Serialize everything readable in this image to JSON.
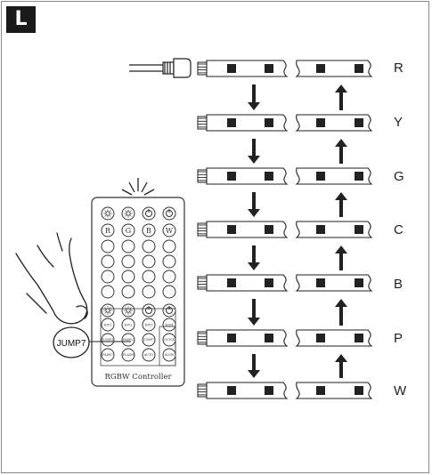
{
  "badge": "L",
  "rows": [
    {
      "label": "R"
    },
    {
      "label": "Y"
    },
    {
      "label": "G"
    },
    {
      "label": "C"
    },
    {
      "label": "B"
    },
    {
      "label": "P"
    },
    {
      "label": "W"
    }
  ],
  "remote": {
    "top_icons": [
      "brightness-up-icon",
      "brightness-down-icon",
      "power-icon",
      "power-icon"
    ],
    "letters": [
      "R",
      "G",
      "B",
      "W"
    ],
    "mid_icons": [
      "brightness-up-icon",
      "brightness-down-icon",
      "power-icon",
      "power-icon"
    ],
    "func_row": [
      "DIY1",
      "DIY2",
      "DIY3",
      "DIY4"
    ],
    "mode_row": [
      "JUMP3",
      "FADE3",
      "JUMP7",
      "QUICK"
    ],
    "mode_row2": [
      "FADE7",
      "FLASH",
      "AUTO",
      "SLOW"
    ],
    "callout": "JUMP7",
    "footer": "RGBW  Controller"
  }
}
